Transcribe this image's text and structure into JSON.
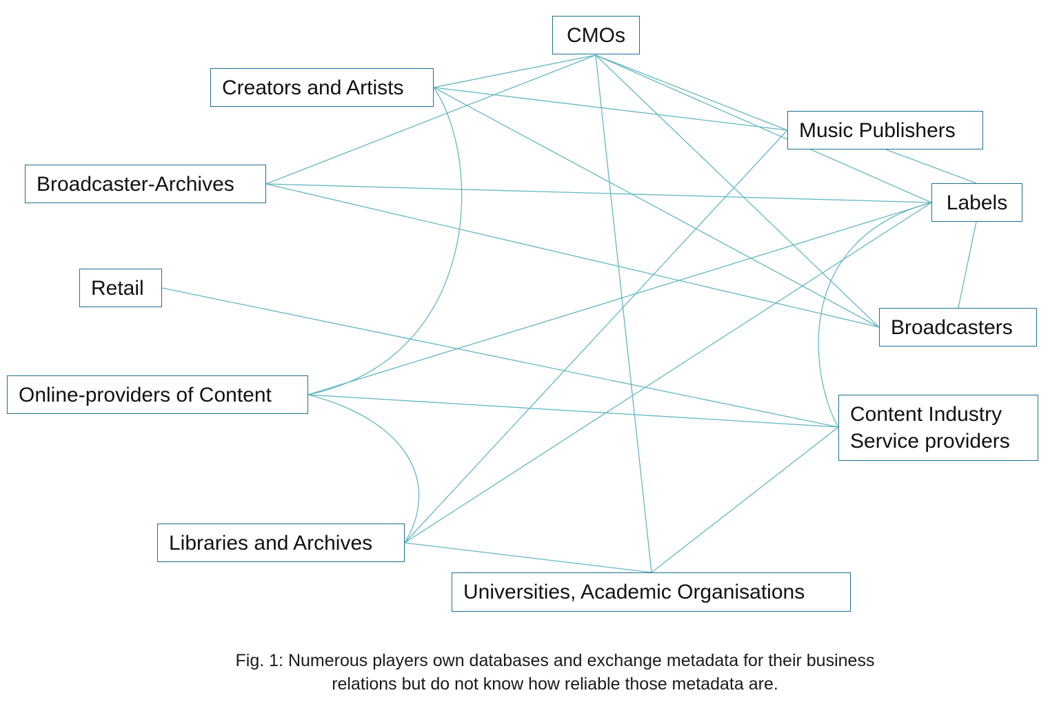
{
  "nodes": {
    "cmos": "CMOs",
    "creators": "Creators and Artists",
    "music_publishers": "Music Publishers",
    "broadcaster_archives": "Broadcaster-Archives",
    "labels": "Labels",
    "retail": "Retail",
    "broadcasters": "Broadcasters",
    "online_providers": "Online-providers of Content",
    "content_industry": [
      "Content Industry",
      "Service providers"
    ],
    "libraries": "Libraries and Archives",
    "universities": "Universities, Academic Organisations"
  },
  "edges": [
    [
      "creators",
      "cmos"
    ],
    [
      "creators",
      "music_publishers"
    ],
    [
      "creators",
      "broadcasters"
    ],
    [
      "creators",
      "online_providers"
    ],
    [
      "broadcaster_archives",
      "cmos"
    ],
    [
      "broadcaster_archives",
      "labels"
    ],
    [
      "broadcaster_archives",
      "broadcasters"
    ],
    [
      "cmos",
      "music_publishers"
    ],
    [
      "cmos",
      "labels"
    ],
    [
      "cmos",
      "broadcasters"
    ],
    [
      "cmos",
      "universities"
    ],
    [
      "music_publishers",
      "labels"
    ],
    [
      "music_publishers",
      "libraries"
    ],
    [
      "labels",
      "broadcasters"
    ],
    [
      "labels",
      "online_providers"
    ],
    [
      "labels",
      "libraries"
    ],
    [
      "labels",
      "content_industry"
    ],
    [
      "retail",
      "content_industry"
    ],
    [
      "online_providers",
      "content_industry"
    ],
    [
      "online_providers",
      "libraries"
    ],
    [
      "libraries",
      "universities"
    ],
    [
      "universities",
      "content_industry"
    ]
  ],
  "caption": [
    "Fig. 1: Numerous players own databases and exchange metadata for their business",
    "relations but do not know how reliable those metadata are."
  ],
  "colors": {
    "edge": "#63b6c2",
    "border": "#1b6f8e"
  }
}
